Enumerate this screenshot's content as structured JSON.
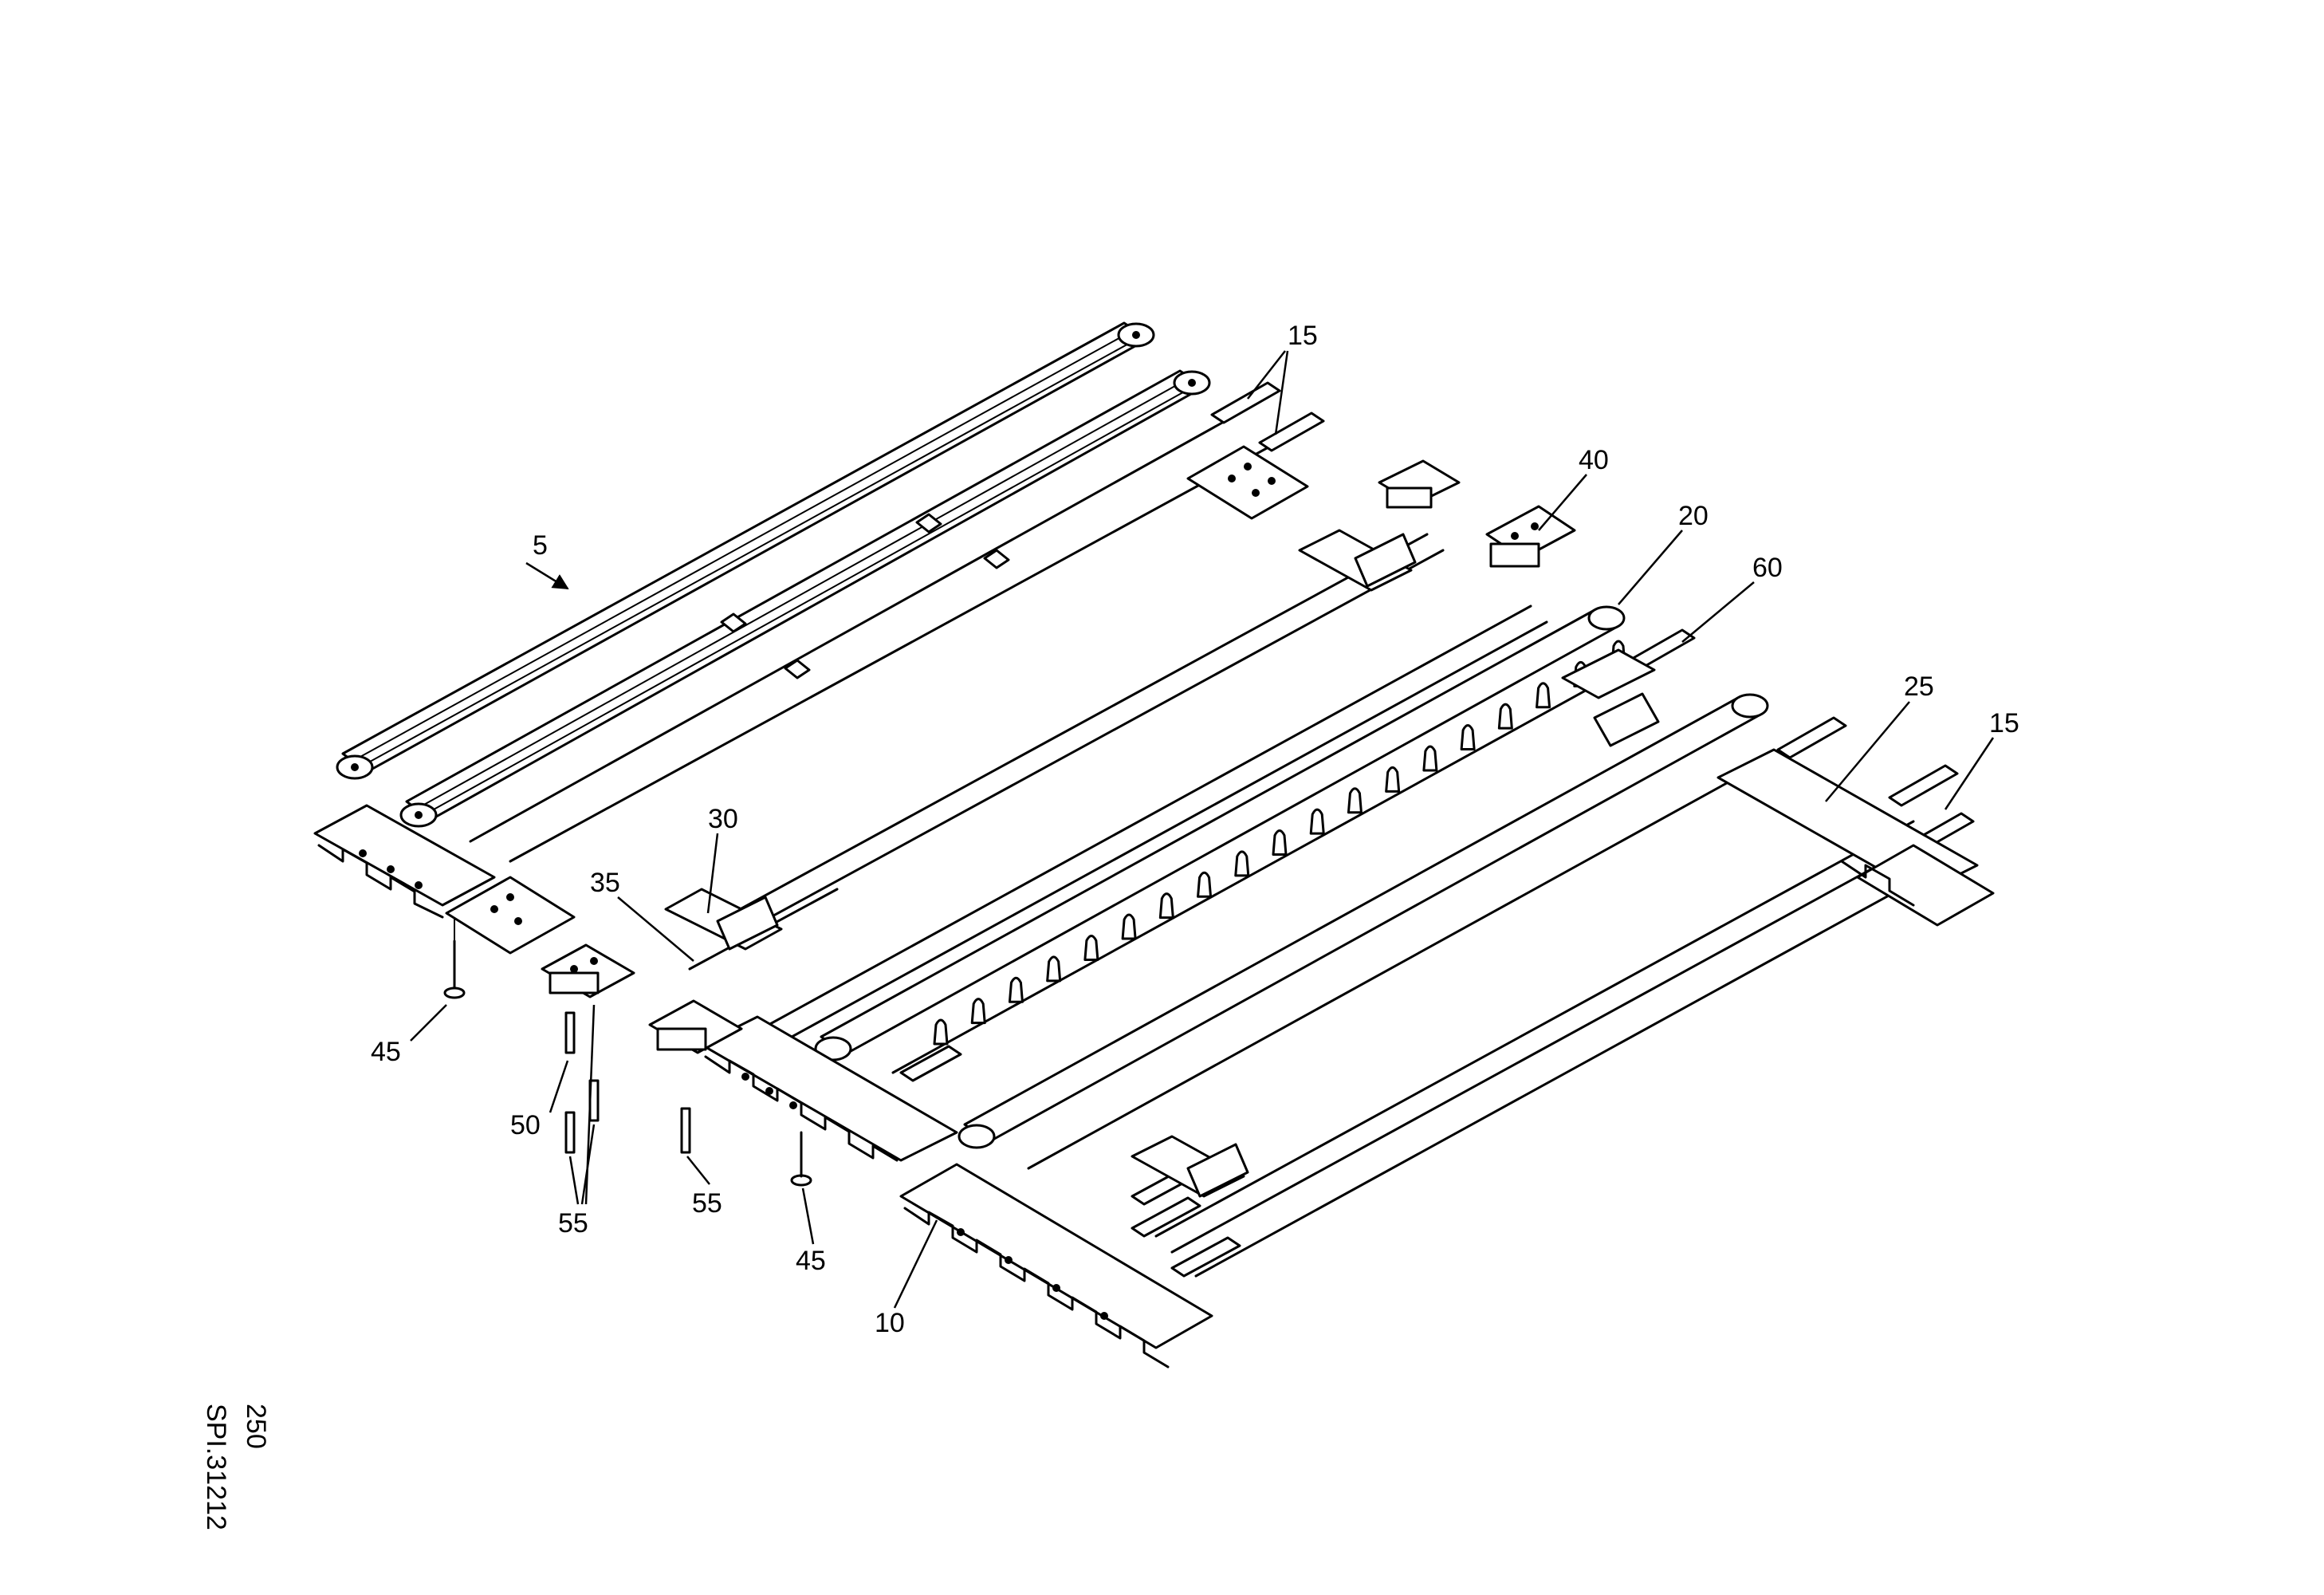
{
  "callouts": {
    "c5": "5",
    "c15a": "15",
    "c15b": "15",
    "c40": "40",
    "c20": "20",
    "c60": "60",
    "c25": "25",
    "c30": "30",
    "c35": "35",
    "c45a": "45",
    "c45b": "45",
    "c50": "50",
    "c55a": "55",
    "c55b": "55",
    "c10": "10"
  },
  "drawing_code": {
    "sheet": "250",
    "ref": "SPI.31212"
  }
}
